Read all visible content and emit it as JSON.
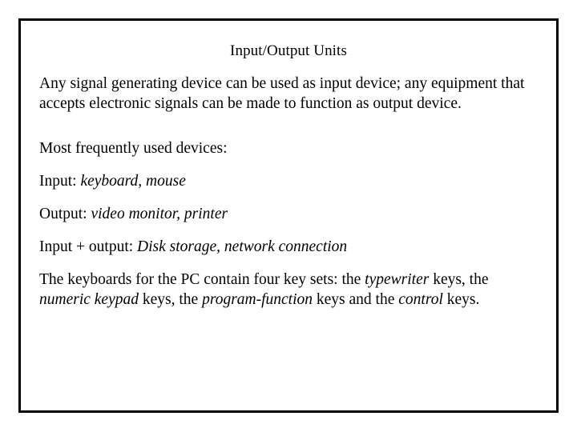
{
  "slide": {
    "title": "Input/Output Units",
    "paragraphs": [
      {
        "id": "intro",
        "runs": [
          {
            "text": "Any signal generating device can be used as input device; any equipment that accepts electronic signals can be made to function as output device.",
            "italic": false
          }
        ]
      },
      {
        "id": "most-frequently-used",
        "runs": [
          {
            "text": "Most frequently used devices:",
            "italic": false
          }
        ]
      },
      {
        "id": "input-devices",
        "runs": [
          {
            "text": "Input: ",
            "italic": false
          },
          {
            "text": "keyboard, mouse",
            "italic": true
          }
        ]
      },
      {
        "id": "output-devices",
        "runs": [
          {
            "text": "Output: ",
            "italic": false
          },
          {
            "text": "video monitor, printer",
            "italic": true
          }
        ]
      },
      {
        "id": "input-output-devices",
        "runs": [
          {
            "text": "Input + output: ",
            "italic": false
          },
          {
            "text": "Disk storage, network connection",
            "italic": true
          }
        ]
      },
      {
        "id": "keyboard-key-sets",
        "runs": [
          {
            "text": "The keyboards for the PC contain four key sets: the ",
            "italic": false
          },
          {
            "text": "typewriter",
            "italic": true
          },
          {
            "text": " keys, the ",
            "italic": false
          },
          {
            "text": "numeric keypad",
            "italic": true
          },
          {
            "text": " keys, the ",
            "italic": false
          },
          {
            "text": "program-function",
            "italic": true
          },
          {
            "text": " keys and the ",
            "italic": false
          },
          {
            "text": "control",
            "italic": true
          },
          {
            "text": " keys.",
            "italic": false
          }
        ]
      }
    ],
    "colors": {
      "background": "#ffffff",
      "text": "#000000",
      "border": "#000000"
    }
  }
}
